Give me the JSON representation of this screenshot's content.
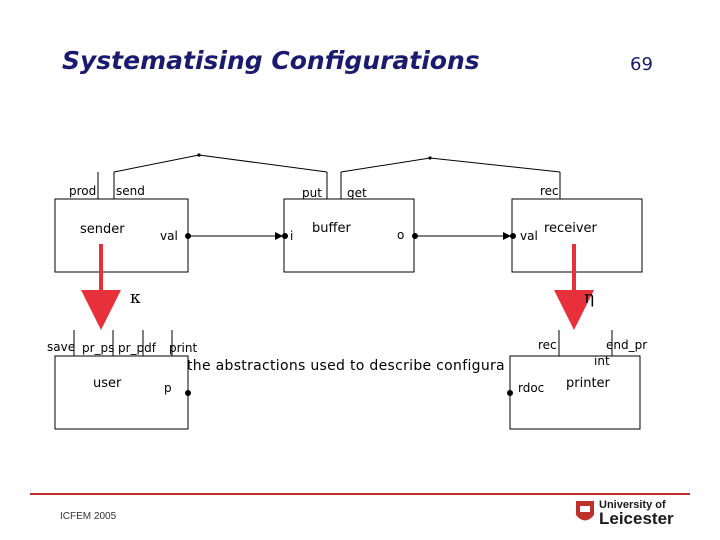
{
  "slide": {
    "title": "Systematising Configurations",
    "page_number": "69",
    "footer": "ICFEM 2005",
    "logo": {
      "line1": "University of",
      "line2": "Leicester",
      "icon": "university-shield-icon"
    }
  },
  "top_config": {
    "sender": {
      "name": "sender",
      "ports": [
        "prod",
        "send"
      ],
      "outport": "val"
    },
    "buffer": {
      "name": "buffer",
      "ports": [
        "put",
        "get"
      ],
      "inport": "i",
      "outport": "o"
    },
    "receiver": {
      "name": "receiver",
      "ports": [
        "rec"
      ],
      "inport": "val"
    }
  },
  "refinements": {
    "left": "κ",
    "right": "η"
  },
  "bottom_config": {
    "user": {
      "name": "user",
      "ports": [
        "save",
        "pr_ps",
        "pr_pdf",
        "print"
      ],
      "outport": "p"
    },
    "printer": {
      "name": "printer",
      "ports": [
        "rec",
        "end_pr",
        "int"
      ],
      "inport": "rdoc"
    },
    "overlay_text": "the abstractions used to describe configura"
  },
  "colors": {
    "title": "#1a1a6e",
    "arrow": "#e8303a",
    "footer_line": "#c0302a"
  }
}
